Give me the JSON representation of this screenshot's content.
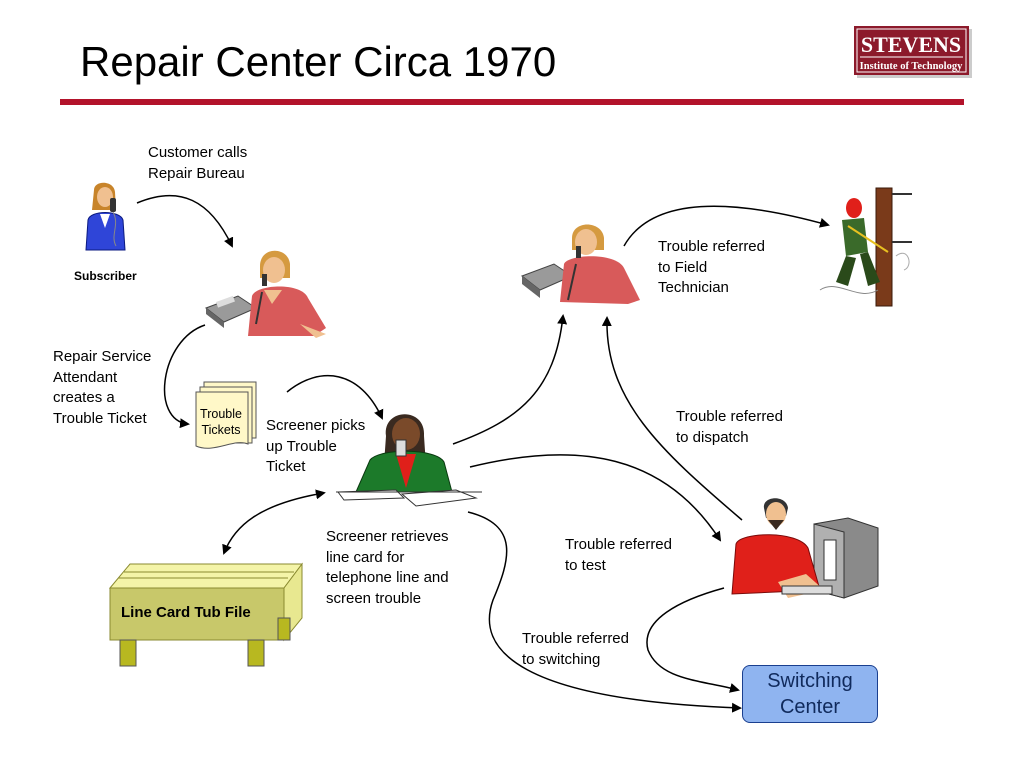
{
  "title": "Repair Center Circa 1970",
  "logo": {
    "name": "STEVENS",
    "tagline": "Institute of Technology"
  },
  "labels": {
    "customer_calls": "Customer calls\nRepair Bureau",
    "subscriber": "Subscriber",
    "repair_service": "Repair Service\nAttendant\ncreates a\nTrouble Ticket",
    "trouble_tickets": "Trouble\nTickets",
    "screener_picks": "Screener picks\nup Trouble\nTicket",
    "screener_retrieves": "Screener retrieves\nline card for\ntelephone line and\nscreen trouble",
    "line_card_tub": "Line Card Tub File",
    "referred_field": "Trouble referred\nto Field\nTechnician",
    "referred_dispatch": "Trouble referred\nto dispatch",
    "referred_test": "Trouble referred\nto test",
    "referred_switching": "Trouble referred\nto switching",
    "switching_center": "Switching\nCenter"
  },
  "colors": {
    "accent_rule": "#b3132b",
    "switch_fill": "#8fb4f0",
    "tub_fill": "#c8c86a"
  }
}
